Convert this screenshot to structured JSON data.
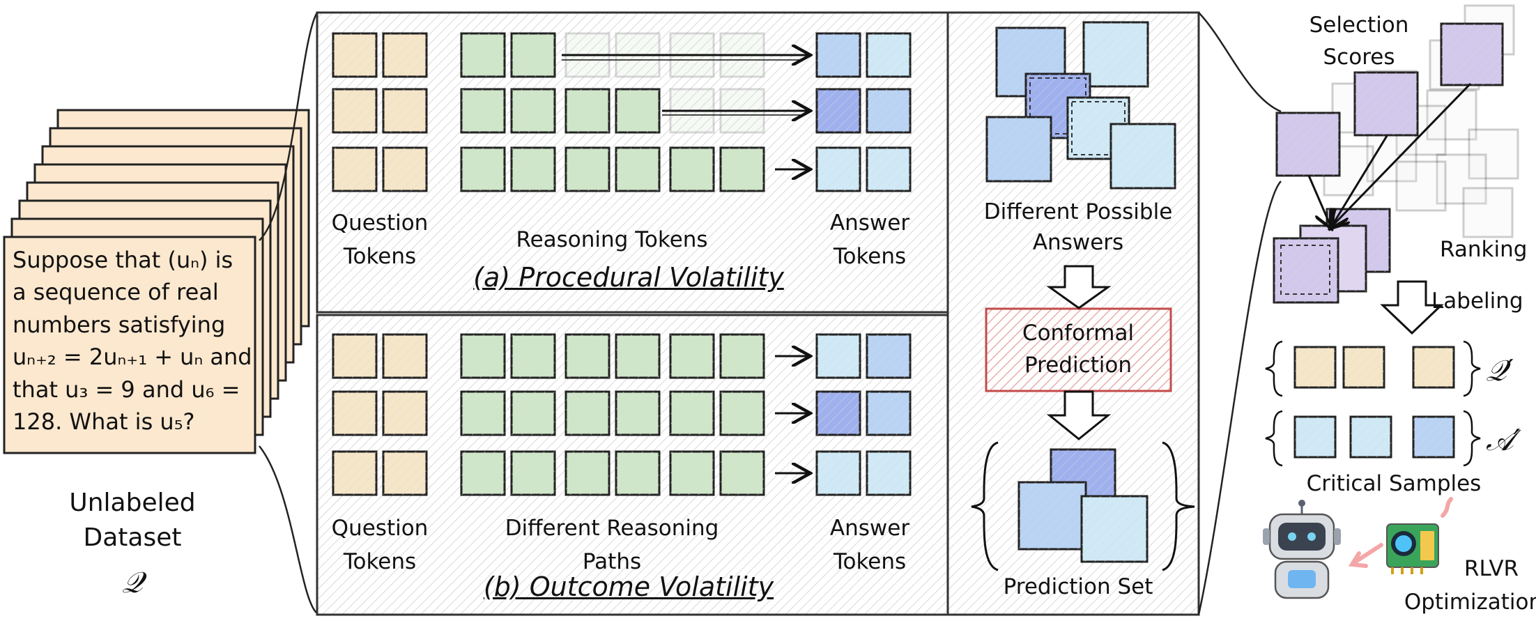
{
  "dataset": {
    "label_line1": "Unlabeled",
    "label_line2": "Dataset",
    "symbol": "𝒬",
    "question_lines": [
      "Suppose that (uₙ) is",
      "a sequence of real",
      "numbers satisfying",
      "uₙ₊₂ = 2uₙ₊₁ + uₙ and",
      "that u₃ = 9 and u₆ =",
      "128. What is u₅?"
    ]
  },
  "panel_a": {
    "question_tokens": [
      "Question",
      "Tokens"
    ],
    "reasoning_tokens": "Reasoning Tokens",
    "answer_tokens": [
      "Answer",
      "Tokens"
    ],
    "subtitle": "(a) Procedural Volatility"
  },
  "panel_b": {
    "question_tokens": [
      "Question",
      "Tokens"
    ],
    "reasoning_paths": [
      "Different Reasoning",
      "Paths"
    ],
    "answer_tokens": [
      "Answer",
      "Tokens"
    ],
    "subtitle": "(b) Outcome Volatility"
  },
  "conformal": {
    "answers_label": [
      "Different Possible",
      "Answers"
    ],
    "method_label": [
      "Conformal",
      "Prediction"
    ],
    "set_label": "Prediction Set"
  },
  "selection": {
    "scores_label": [
      "Selection",
      "Scores"
    ],
    "ranking": "Ranking",
    "labeling": "Labeling",
    "q_prime": "𝒬′",
    "a_prime": "𝒜′",
    "critical_samples": "Critical Samples",
    "rlvr": [
      "RLVR",
      "Optimization"
    ]
  },
  "colors": {
    "question_fill": "#f6e6c8",
    "reasoning_fill": "#cfe6c9",
    "answer_light": "#cfe9f6",
    "answer_mid": "#b9d3f4",
    "answer_dark": "#9fb0ee",
    "selection_purple": "#d2c8ec",
    "conformal_red": "#c44b4b",
    "card_fill": "#fbe8cf",
    "frame_stroke": "#333333"
  }
}
